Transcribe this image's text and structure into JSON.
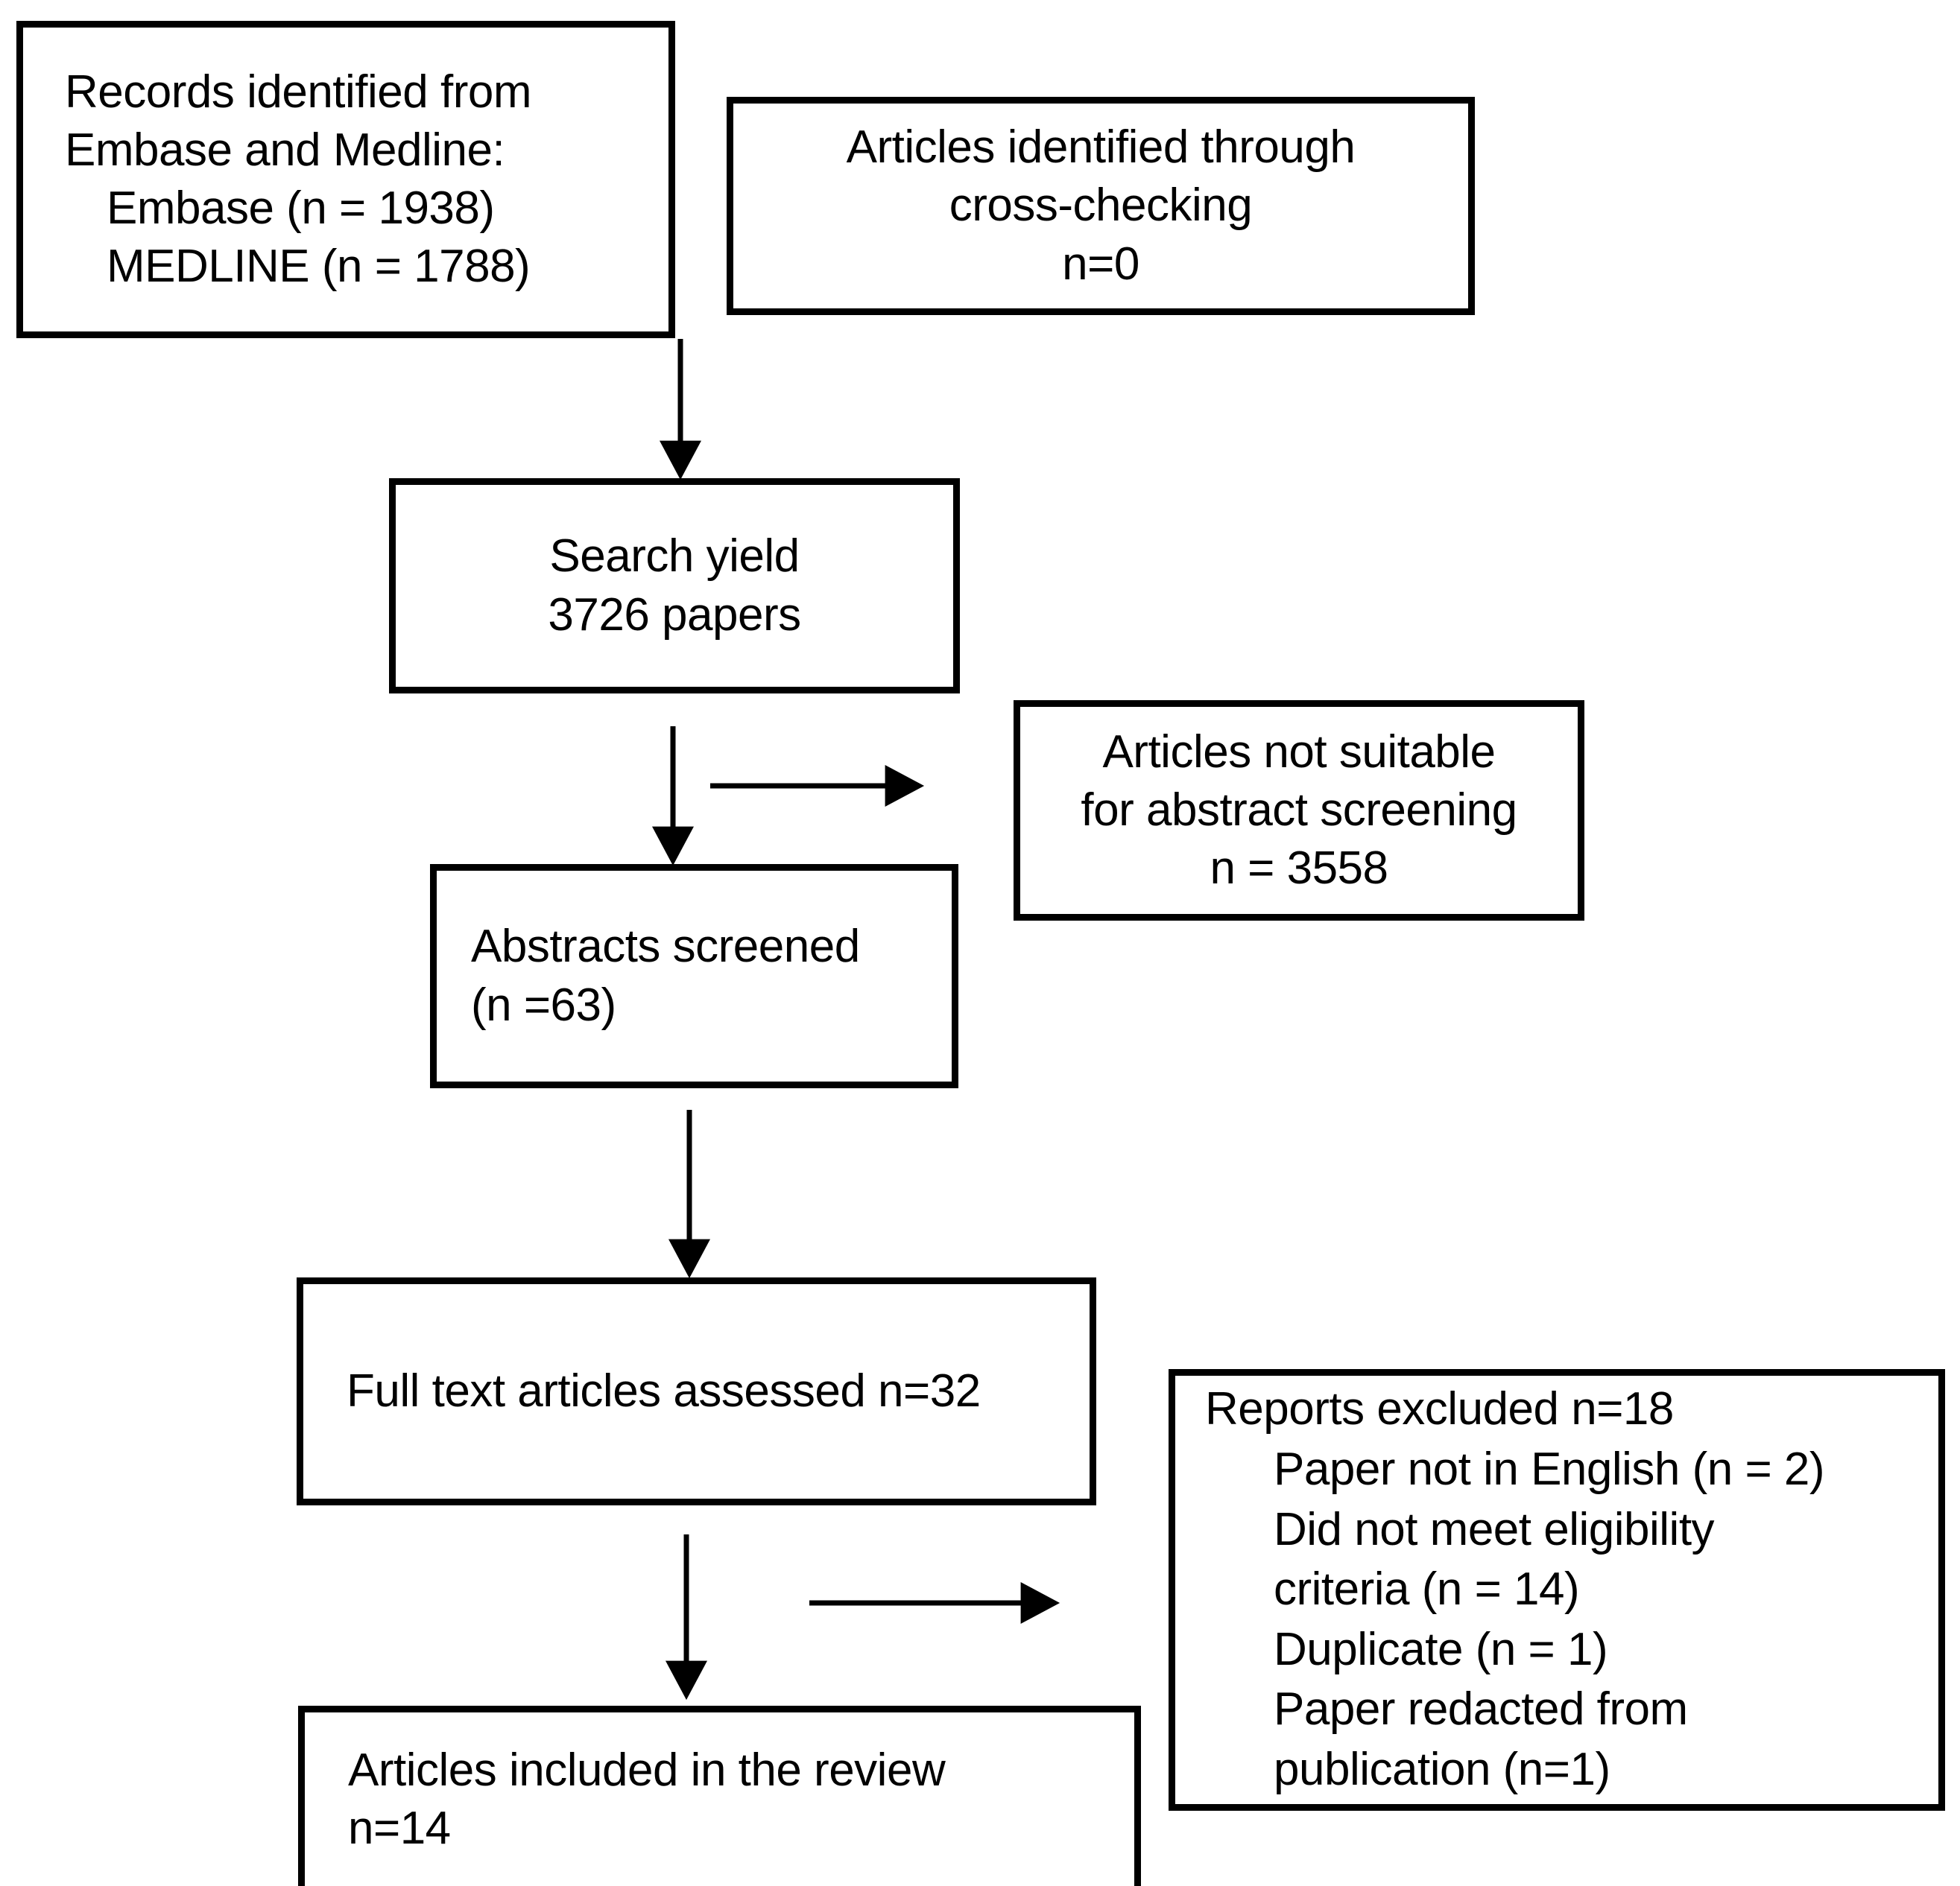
{
  "diagram": {
    "title": "PRISMA study selection flow diagram",
    "type": "flowchart",
    "background_color": "#ffffff",
    "line_color": "#000000"
  },
  "boxes": {
    "records_identified": {
      "name": "Records identified from Embase and Medline",
      "lines": [
        "Records identified from",
        "Embase and Medline:",
        "Embase (n = 1938)",
        "MEDLINE (n = 1788)"
      ]
    },
    "cross_checking": {
      "name": "Articles identified through cross-checking",
      "lines": [
        "Articles identified through",
        "cross-checking",
        "n=0"
      ]
    },
    "search_yield": {
      "name": "Search yield",
      "lines": [
        "Search yield",
        "3726 papers"
      ]
    },
    "not_suitable": {
      "name": "Articles not suitable for abstract screening",
      "lines": [
        "Articles not suitable",
        "for abstract screening",
        "n = 3558"
      ]
    },
    "abstracts_screened": {
      "name": "Abstracts screened",
      "lines": [
        "Abstracts screened",
        "(n =63)"
      ]
    },
    "full_text_assessed": {
      "name": "Full text articles assessed",
      "lines": [
        "Full text articles assessed n=32"
      ]
    },
    "reports_excluded": {
      "name": "Reports excluded",
      "lines": [
        "Reports excluded n=18",
        "Paper not in English (n = 2)",
        "Did not meet eligibility",
        "criteria (n = 14)",
        "Duplicate (n = 1)",
        "Paper redacted from",
        "publication (n=1)"
      ]
    },
    "articles_included": {
      "name": "Articles included in the review",
      "lines": [
        "Articles included in the review",
        "n=14"
      ]
    }
  },
  "arrows": [
    {
      "name": "arrow-records-to-search-yield",
      "direction": "down"
    },
    {
      "name": "arrow-search-yield-to-abstracts",
      "direction": "down"
    },
    {
      "name": "arrow-search-yield-to-not-suitable",
      "direction": "right"
    },
    {
      "name": "arrow-abstracts-to-full-text",
      "direction": "down"
    },
    {
      "name": "arrow-full-text-to-included",
      "direction": "down"
    },
    {
      "name": "arrow-full-text-to-reports-excluded",
      "direction": "right"
    }
  ],
  "chart_data": {
    "type": "flowchart",
    "title": "PRISMA study selection flow diagram",
    "nodes": [
      {
        "id": "records_identified",
        "label": "Records identified from Embase and Medline",
        "counts": {
          "Embase": 1938,
          "MEDLINE": 1788
        }
      },
      {
        "id": "cross_checking",
        "label": "Articles identified through cross-checking",
        "counts": {
          "n": 0
        }
      },
      {
        "id": "search_yield",
        "label": "Search yield",
        "counts": {
          "papers": 3726
        }
      },
      {
        "id": "not_suitable",
        "label": "Articles not suitable for abstract screening",
        "counts": {
          "n": 3558
        }
      },
      {
        "id": "abstracts_screened",
        "label": "Abstracts screened",
        "counts": {
          "n": 63
        }
      },
      {
        "id": "full_text_assessed",
        "label": "Full text articles assessed",
        "counts": {
          "n": 32
        }
      },
      {
        "id": "reports_excluded",
        "label": "Reports excluded",
        "counts": {
          "n": 18,
          "Paper not in English": 2,
          "Did not meet eligibility criteria": 14,
          "Duplicate": 1,
          "Paper redacted from publication": 1
        }
      },
      {
        "id": "articles_included",
        "label": "Articles included in the review",
        "counts": {
          "n": 14
        }
      }
    ],
    "edges": [
      {
        "from": "records_identified",
        "to": "search_yield"
      },
      {
        "from": "search_yield",
        "to": "abstracts_screened"
      },
      {
        "from": "search_yield",
        "to": "not_suitable"
      },
      {
        "from": "abstracts_screened",
        "to": "full_text_assessed"
      },
      {
        "from": "full_text_assessed",
        "to": "articles_included"
      },
      {
        "from": "full_text_assessed",
        "to": "reports_excluded"
      }
    ]
  }
}
